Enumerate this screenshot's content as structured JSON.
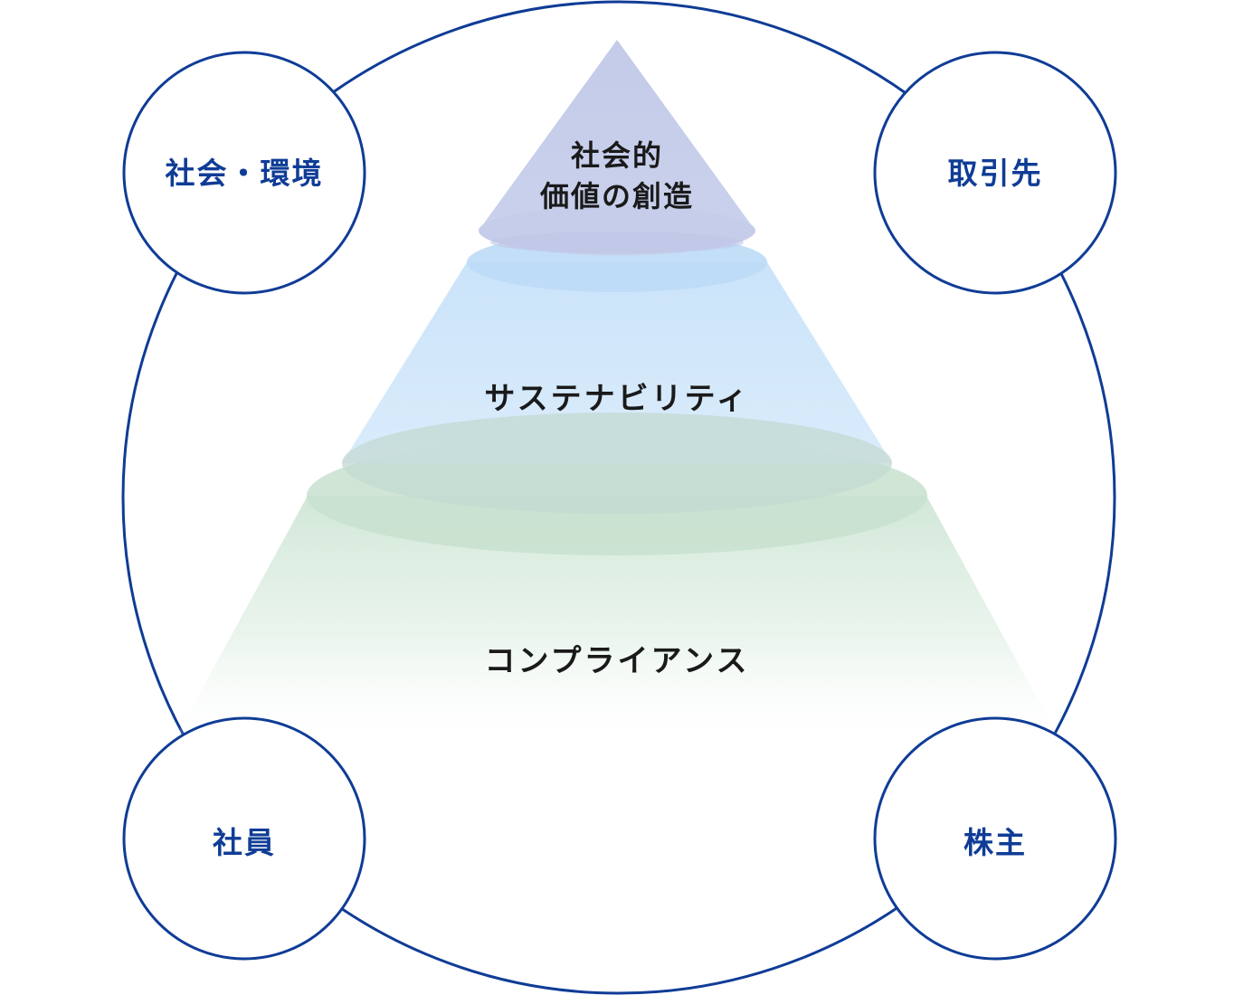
{
  "diagram": {
    "stakeholders": {
      "top_left": "社会・環境",
      "top_right": "取引先",
      "bottom_left": "社員",
      "bottom_right": "株主"
    },
    "pyramid": {
      "top_line1": "社会的",
      "top_line2": "価値の創造",
      "middle": "サステナビリティ",
      "bottom": "コンプライアンス"
    },
    "colors": {
      "outline": "#0f3c96",
      "top_tier": "#c5cdea",
      "middle_tier": "#cfe6fa",
      "bottom_tier": "#d3eadb"
    }
  }
}
